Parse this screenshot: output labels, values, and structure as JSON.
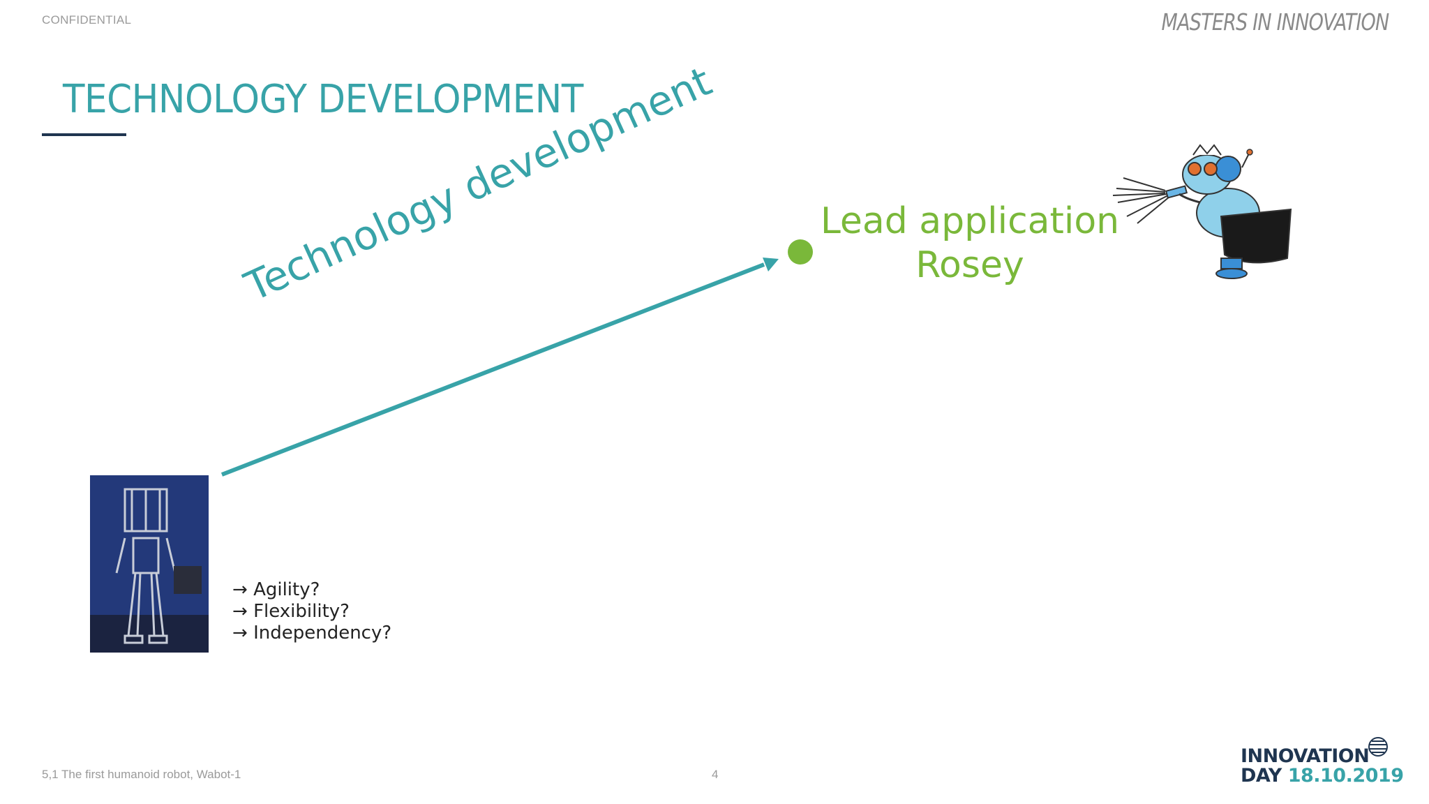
{
  "header": {
    "confidential": "CONFIDENTIAL",
    "brand": "MASTERS IN INNOVATION"
  },
  "slide": {
    "title": "TECHNOLOGY DEVELOPMENT",
    "arrow_label": "Technology development",
    "lead_line1": "Lead application",
    "lead_line2": "Rosey",
    "bullets": [
      "Agility?",
      "Flexibility?",
      "Independency?"
    ],
    "bullet_arrow": "→"
  },
  "footer": {
    "caption": "5,1 The first humanoid robot, Wabot-1",
    "page_number": "4",
    "event_name": "INNOVATION",
    "event_day": "DAY",
    "event_date": "18.10.2019"
  },
  "colors": {
    "teal": "#38a3a8",
    "green": "#7ab83a",
    "navy": "#1f3550"
  },
  "icons": {
    "photo": "wabot-1-robot-photo",
    "illustration": "rosey-robot-maid-cartoon",
    "logo": "innovation-day-globe-icon"
  }
}
